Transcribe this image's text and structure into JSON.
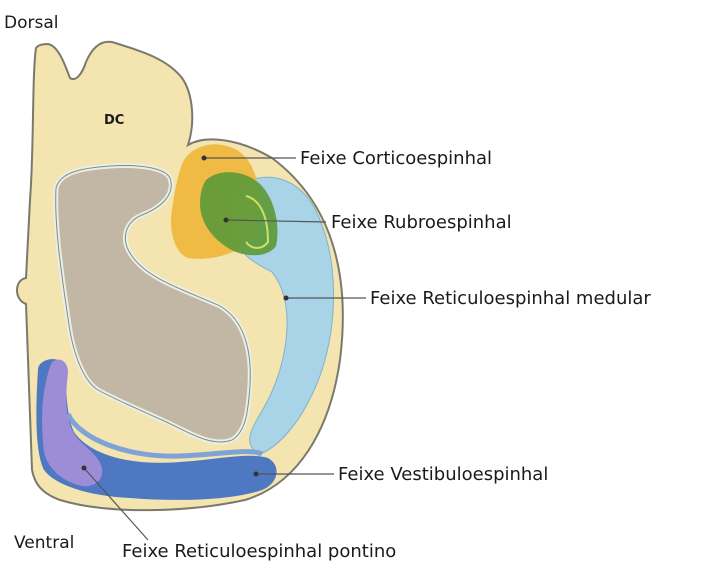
{
  "orientation": {
    "dorsal": "Dorsal",
    "ventral": "Ventral"
  },
  "regions": {
    "dc": "DC"
  },
  "labels": {
    "corticoespinhal": "Feixe Corticoespinhal",
    "rubroespinhal": "Feixe Rubroespinhal",
    "reticulo_medular": "Feixe Reticuloespinhal medular",
    "vestibuloespinhal": "Feixe Vestibuloespinhal",
    "reticulo_pontino": "Feixe Reticuloespinhal pontino"
  },
  "colors": {
    "white_matter": "#f3e4b0",
    "grey_matter": "#c2b6a4",
    "outline": "#8a8a7a",
    "corticoespinhal": "#f0b63a",
    "rubroespinhal": "#5e9a3a",
    "reticulo_medular": "#a9d3e6",
    "vestibuloespinhal": "#4f78c2",
    "reticulo_pontino": "#9d8cd6"
  }
}
